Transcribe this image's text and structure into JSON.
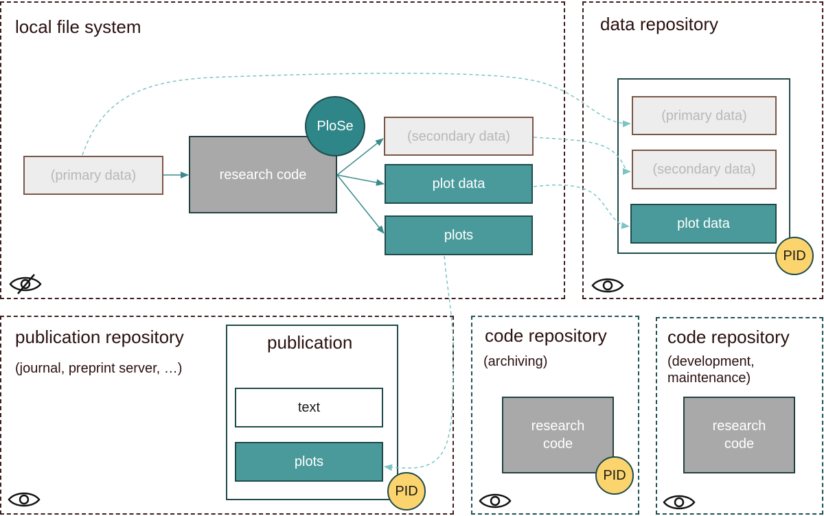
{
  "panels": {
    "local": {
      "title": "local file system"
    },
    "data_repo": {
      "title": "data repository"
    },
    "pub_repo": {
      "title": "publication repository",
      "subtitle": "(journal, preprint server, …)"
    },
    "code_archive": {
      "title": "code repository",
      "subtitle": "(archiving)"
    },
    "code_dev": {
      "title": "code repository",
      "subtitle_line1": "(development,",
      "subtitle_line2": "maintenance)"
    }
  },
  "local": {
    "primary_data": "(primary data)",
    "research_code": "research code",
    "plose": "PloSe",
    "secondary_data": "(secondary data)",
    "plot_data": "plot data",
    "plots": "plots"
  },
  "data_repo": {
    "primary_data": "(primary data)",
    "secondary_data": "(secondary data)",
    "plot_data": "plot data",
    "pid": "PID"
  },
  "publication": {
    "title": "publication",
    "text": "text",
    "plots": "plots",
    "pid": "PID"
  },
  "code_archive": {
    "research_code_line1": "research",
    "research_code_line2": "code",
    "pid": "PID"
  },
  "code_dev": {
    "research_code_line1": "research",
    "research_code_line2": "code"
  },
  "colors": {
    "teal_box": "#4a9a9c",
    "teal_dark": "#2e8689",
    "gray_box": "#a9a9a9",
    "primary_box": "#ededed",
    "pid_yellow": "#fbd46e",
    "panel_border": "#3d1d1d",
    "arrow_solid": "#3a8a8c",
    "arrow_dashed": "#7cc4c4"
  },
  "icons": {
    "local_visibility": "eye-crossed-icon",
    "public_visibility": "eye-icon"
  }
}
